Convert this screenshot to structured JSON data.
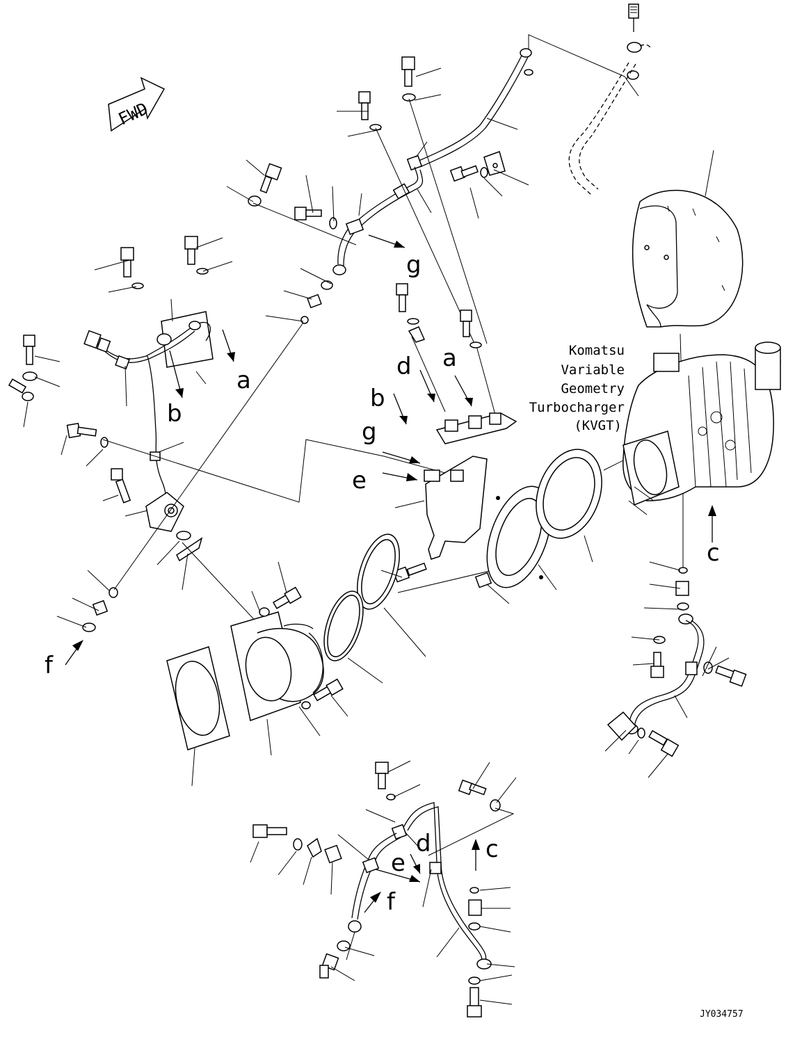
{
  "fwd_label": "FWD",
  "caption": {
    "line1": "Komatsu",
    "line2": "Variable",
    "line3": "Geometry",
    "line4": "Turbocharger",
    "line5": "(KVGT)"
  },
  "figure_code": "JY034757",
  "letters": {
    "a": "a",
    "b": "b",
    "c": "c",
    "d": "d",
    "e": "e",
    "f": "f",
    "g": "g"
  }
}
